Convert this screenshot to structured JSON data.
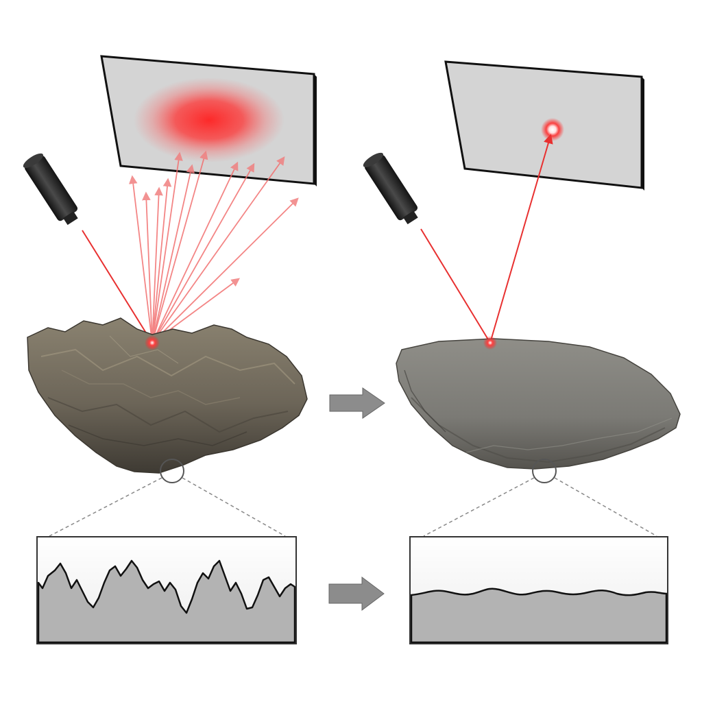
{
  "diagram": {
    "panels": [
      {
        "id": "rough",
        "surface": "rough",
        "reflection": "diffuse",
        "projected_spot": "blurred"
      },
      {
        "id": "smooth",
        "surface": "smooth",
        "reflection": "specular",
        "projected_spot": "sharp"
      }
    ],
    "transition_arrows": 2,
    "colors": {
      "laser": "#ee2a2a",
      "screen": "#d4d4d4",
      "screen_frame": "#111111",
      "rock_rough": "#6c6558",
      "rock_smooth": "#7b7a75",
      "profile_fill": "#b3b3b3",
      "arrow": "#8c8c8c",
      "background": "#ffffff"
    },
    "icons": [
      "laser-emitter-icon",
      "right-arrow-icon",
      "magnifier-circle-icon"
    ]
  }
}
